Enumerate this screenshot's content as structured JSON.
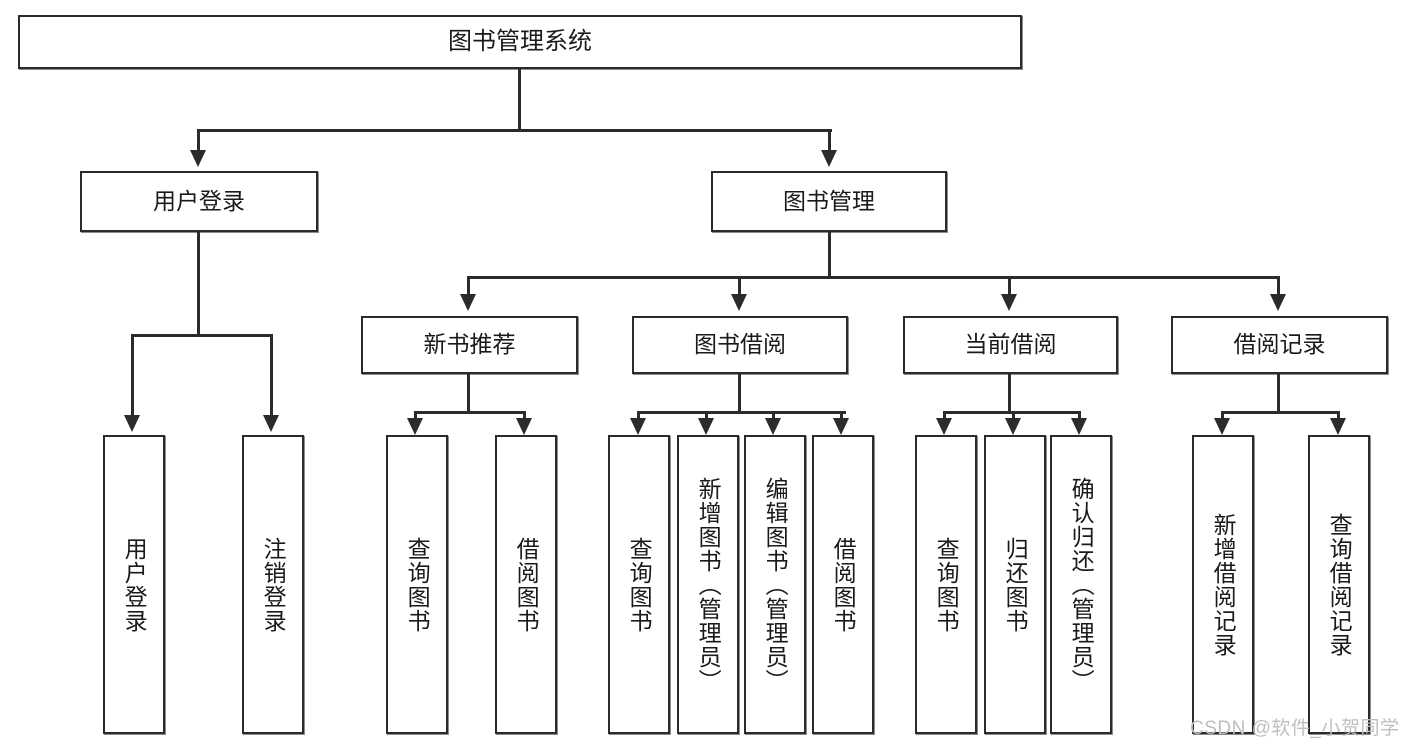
{
  "diagram": {
    "type": "tree-hierarchy-chart",
    "title": "图书管理系统",
    "watermark": "CSDN @软件_小贺同学",
    "colors": {
      "box_border": "#2b2b2b",
      "box_fill": "#ffffff",
      "connector": "#2b2b2b",
      "text": "#1a1a1a",
      "watermark": "#bfbfbf"
    },
    "nodes": {
      "root": {
        "label": "图书管理系统"
      },
      "level2": [
        {
          "label": "用户登录"
        },
        {
          "label": "图书管理"
        }
      ],
      "level3": [
        {
          "label": "新书推荐"
        },
        {
          "label": "图书借阅"
        },
        {
          "label": "当前借阅"
        },
        {
          "label": "借阅记录"
        }
      ],
      "leaves": {
        "user_login": [
          {
            "label": "用户登录"
          },
          {
            "label": "注销登录"
          }
        ],
        "new_book_recommend": [
          {
            "label": "查询图书"
          },
          {
            "label": "借阅图书"
          }
        ],
        "book_borrow": [
          {
            "label": "查询图书"
          },
          {
            "label": "新增图书（管理员）"
          },
          {
            "label": "编辑图书（管理员）"
          },
          {
            "label": "借阅图书"
          }
        ],
        "current_borrow": [
          {
            "label": "查询图书"
          },
          {
            "label": "归还图书"
          },
          {
            "label": "确认归还（管理员）"
          }
        ],
        "borrow_record": [
          {
            "label": "新增借阅记录"
          },
          {
            "label": "查询借阅记录"
          }
        ]
      }
    }
  }
}
